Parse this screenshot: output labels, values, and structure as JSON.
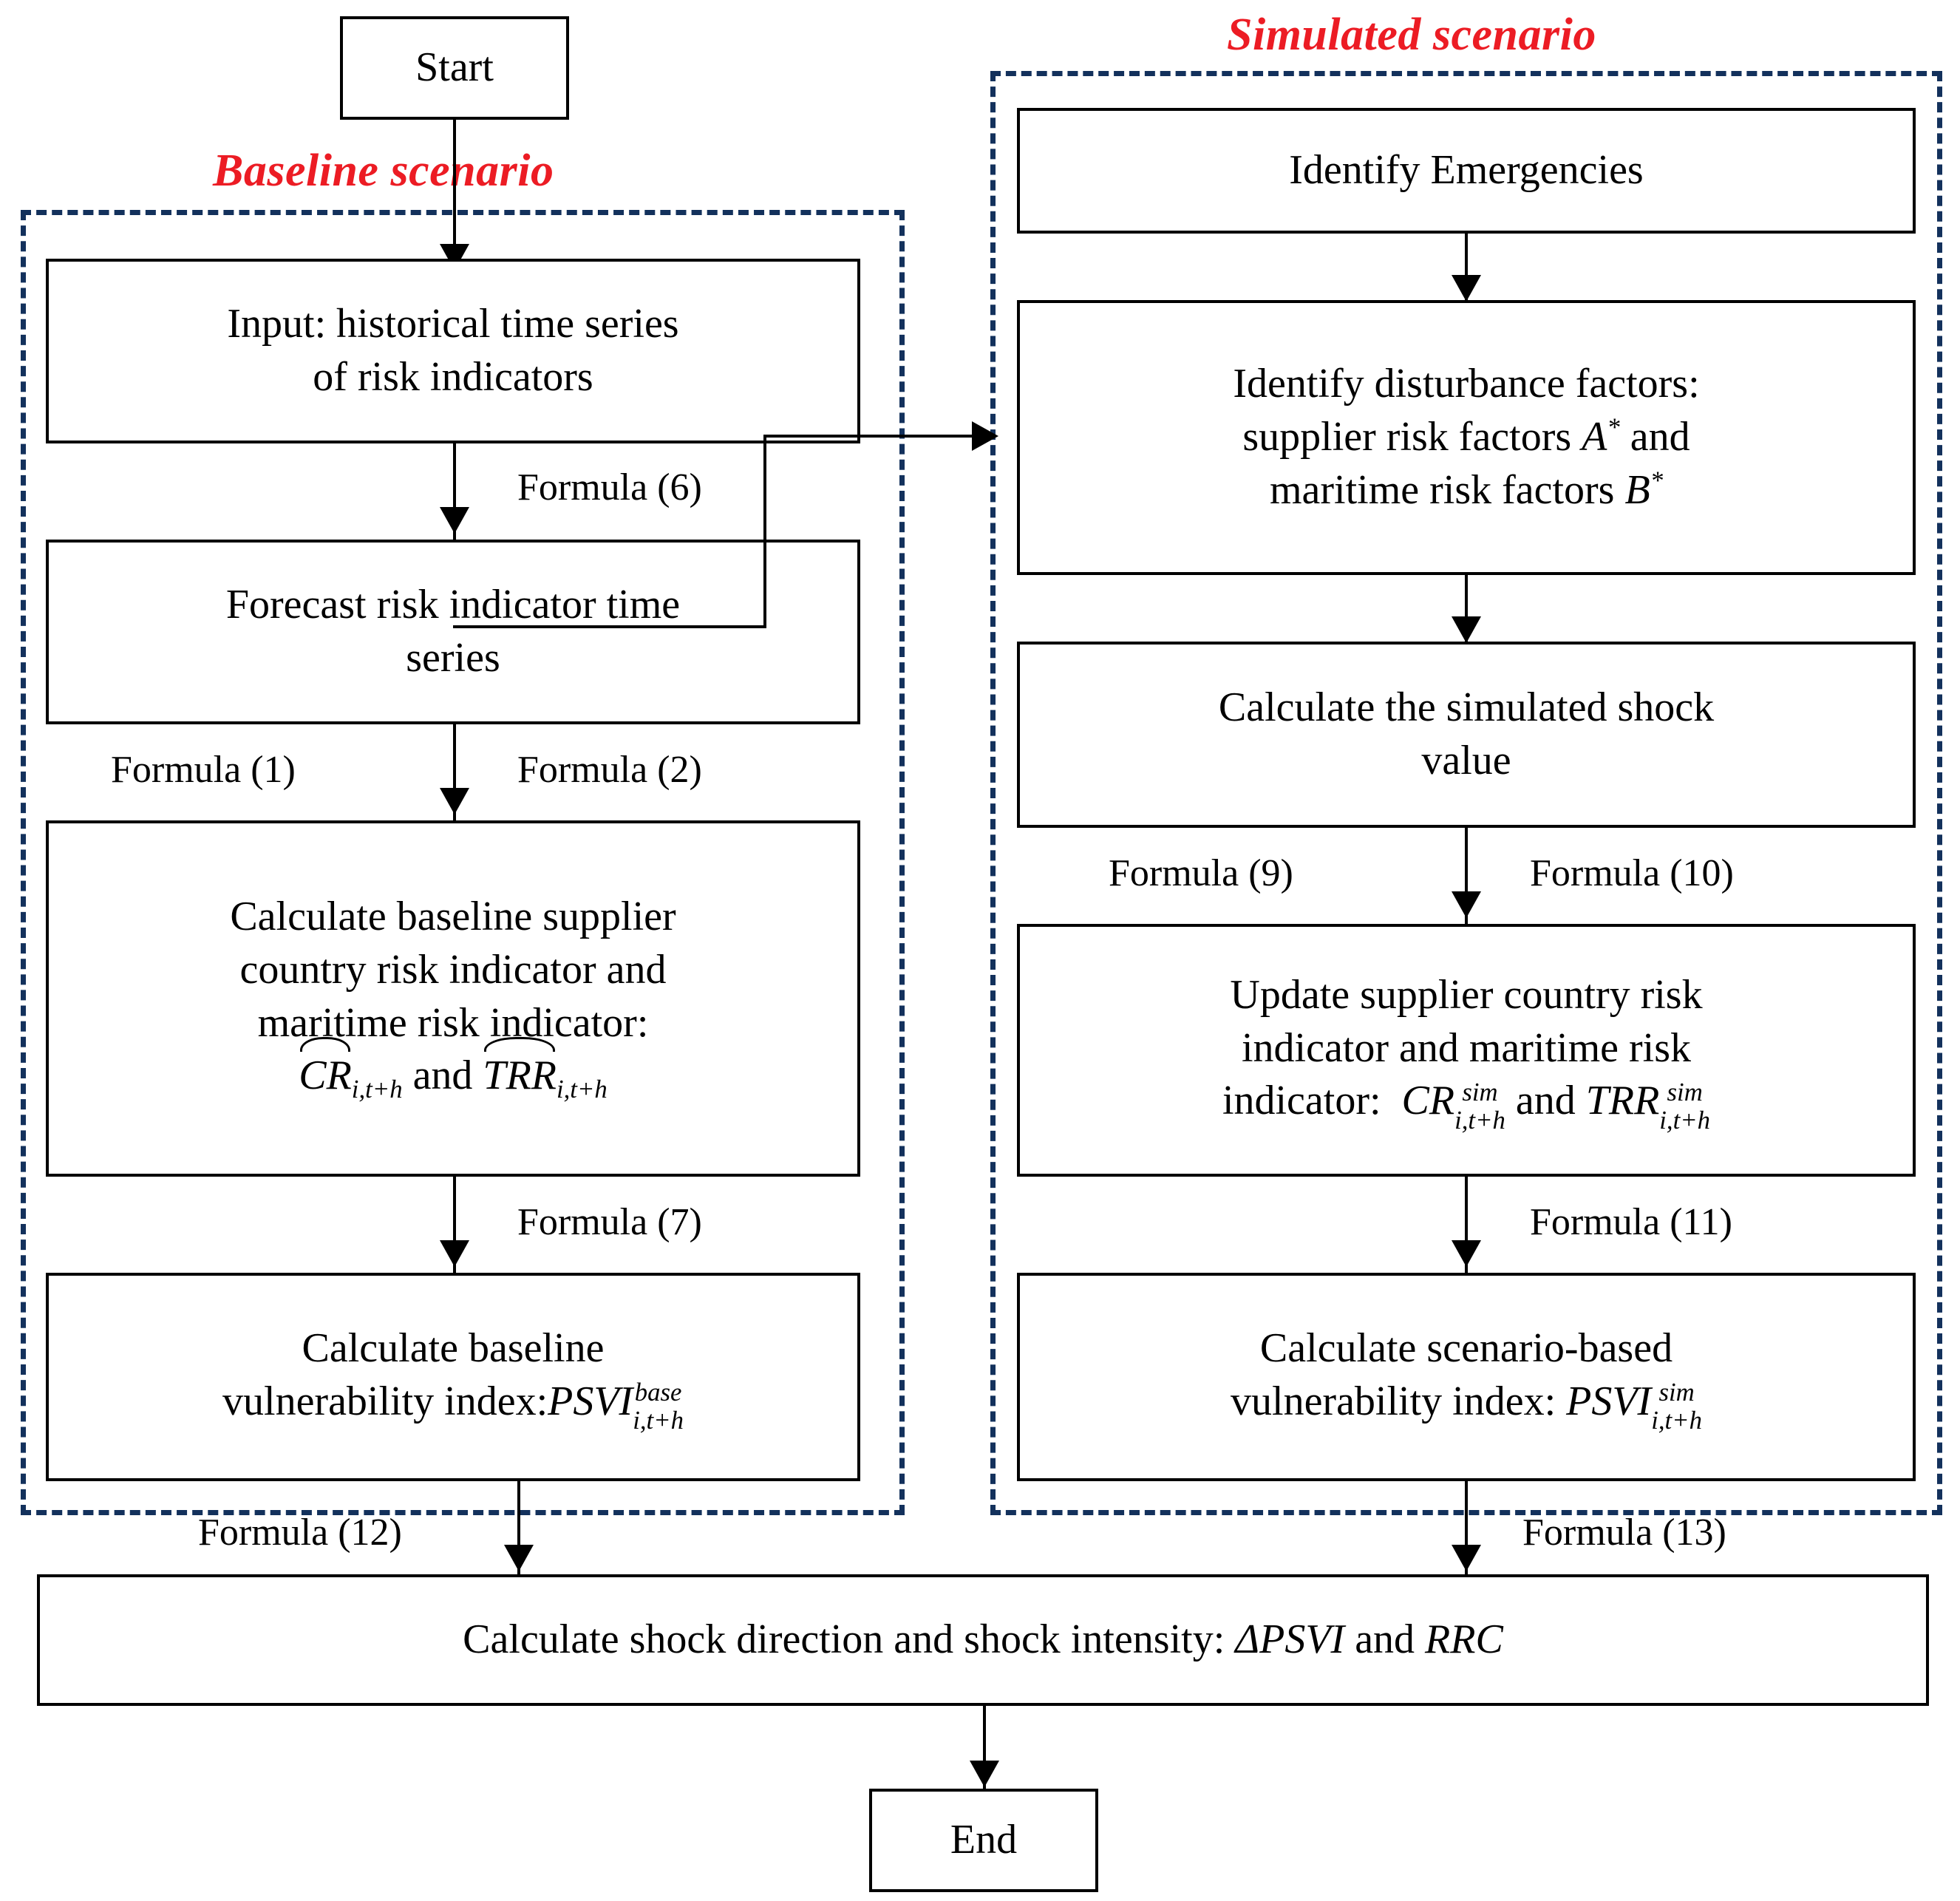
{
  "diagram": {
    "title_baseline": "Baseline scenario",
    "title_simulated": "Simulated scenario",
    "accent_red": "#EC1C24",
    "panel_blue": "#13315C",
    "terminators": {
      "start": "Start",
      "end": "End"
    },
    "left_boxes": [
      {
        "id": "input",
        "line1": "Input: historical time series",
        "line2": "of risk indicators"
      },
      {
        "id": "forecast",
        "line1": "Forecast risk indicator time",
        "line2": "series"
      },
      {
        "id": "calc_baseline_indicators",
        "line1": "Calculate baseline supplier",
        "line2": "country risk indicator and",
        "line3": "maritime risk indicator:",
        "math_base": "CR",
        "math_base_sub": "i,t+h",
        "conj": "and",
        "math_base2": "TRR",
        "math_base2_sub": "i,t+h"
      },
      {
        "id": "calc_baseline_psvi",
        "line1": "Calculate baseline",
        "line2_prefix": "vulnerability index:",
        "math_base": "PSVI",
        "math_sup": "base",
        "math_sub": "i,t+h"
      }
    ],
    "right_boxes": [
      {
        "id": "identify_emergencies",
        "line1": "Identify Emergencies"
      },
      {
        "id": "identify_disturbance",
        "line1": "Identify disturbance factors:",
        "line2_prefix": "supplier risk factors",
        "line2_math": "A",
        "line2_sup": "*",
        "line2_suffix": "and",
        "line3_prefix": "maritime risk factors",
        "line3_math": "B",
        "line3_sup": "*"
      },
      {
        "id": "calc_shock_value",
        "line1": "Calculate the simulated shock",
        "line2": "value"
      },
      {
        "id": "update_indicators",
        "line1": "Update supplier country risk",
        "line2": "indicator and maritime risk",
        "line3_prefix": "indicator:",
        "math_base": "CR",
        "math_sup": "sim",
        "math_sub": "i,t+h",
        "conj": "and",
        "math_base2": "TRR",
        "math_sup2": "sim",
        "math_sub2": "i,t+h"
      },
      {
        "id": "calc_scenario_psvi",
        "line1": "Calculate scenario-based",
        "line2_prefix": "vulnerability index:",
        "math_base": "PSVI",
        "math_sup": "sim",
        "math_sub": "i,t+h"
      }
    ],
    "final_box": {
      "id": "calc_shock_direction",
      "prefix": "Calculate shock direction and shock intensity:",
      "math1": "ΔPSVI",
      "conj": "and",
      "math2": "RRC"
    },
    "formula_labels": {
      "f6": "Formula (6)",
      "f1": "Formula (1)",
      "f2": "Formula (2)",
      "f7": "Formula (7)",
      "f9": "Formula (9)",
      "f10": "Formula (10)",
      "f11": "Formula (11)",
      "f12": "Formula (12)",
      "f13": "Formula (13)"
    }
  }
}
